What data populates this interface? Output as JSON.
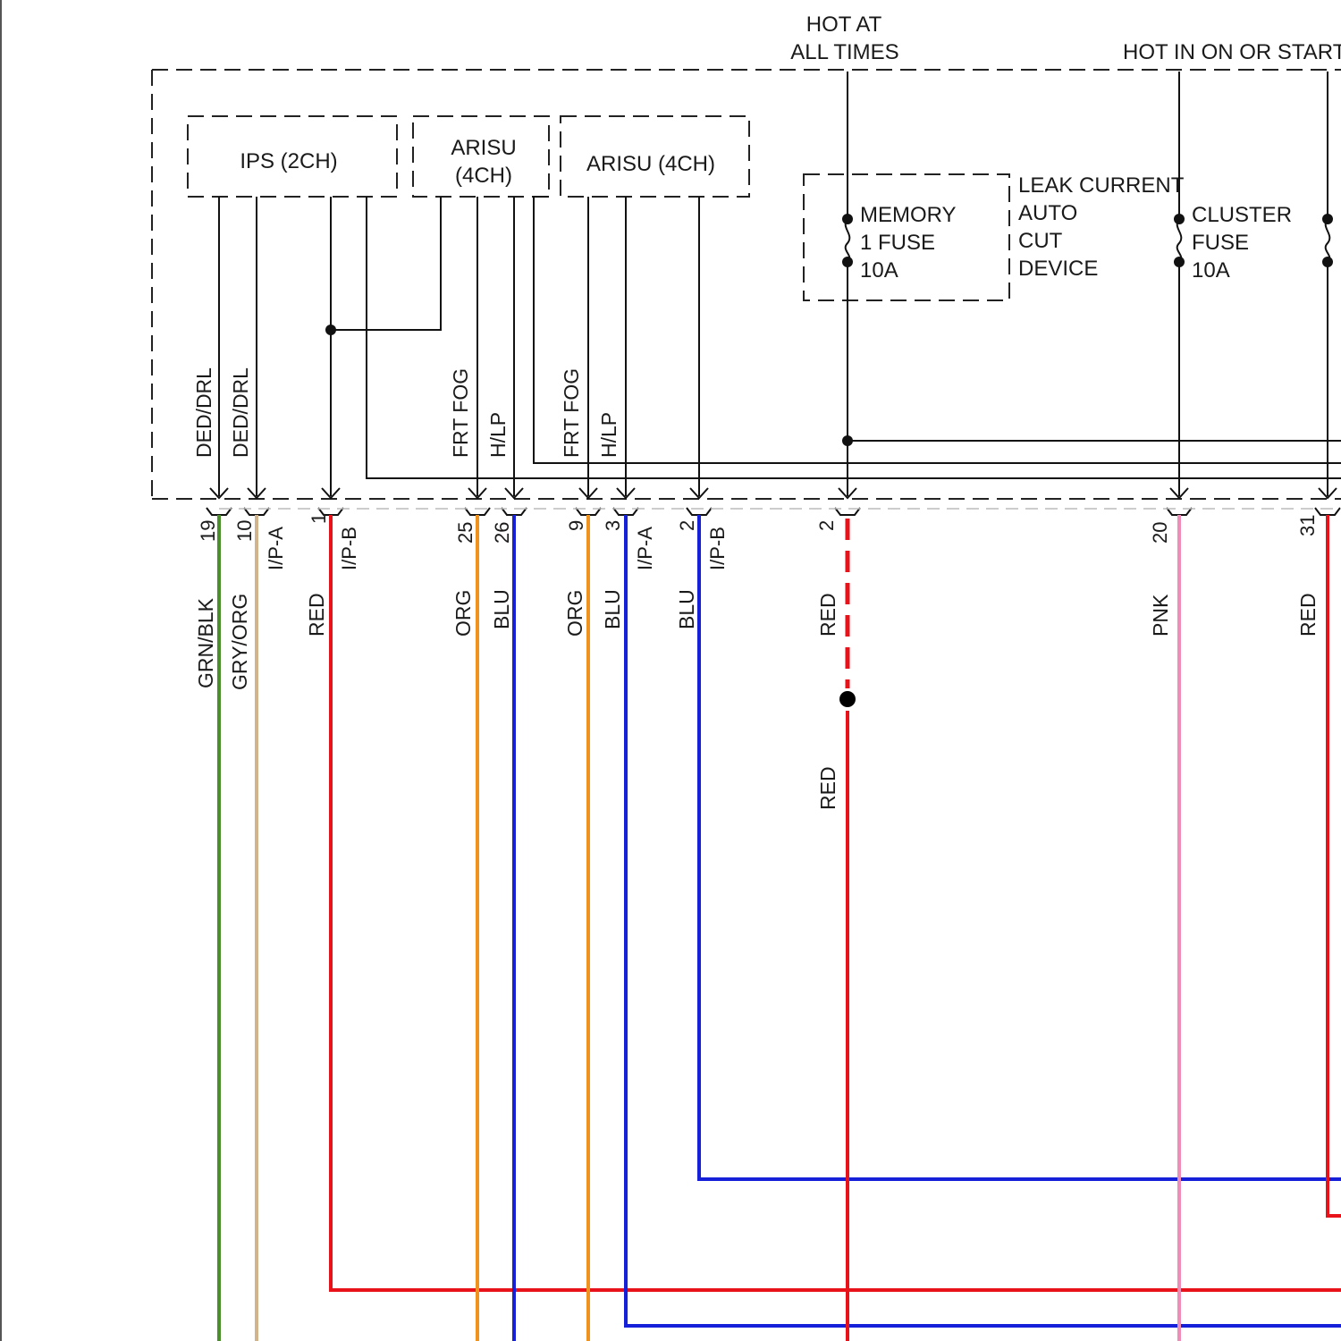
{
  "supply_labels": {
    "hot_at_all_times": [
      "HOT AT",
      "ALL TIMES"
    ],
    "hot_in_on_or_start": "HOT IN ON OR START"
  },
  "modules": {
    "ips_2ch": "IPS (2CH)",
    "arisu_4ch_a": [
      "ARISU",
      "(4CH)"
    ],
    "arisu_4ch_b": "ARISU (4CH)",
    "leak_current": [
      "LEAK CURRENT",
      "AUTO",
      "CUT",
      "DEVICE"
    ]
  },
  "fuses": {
    "memory_1": [
      "MEMORY",
      "1 FUSE",
      "10A"
    ],
    "cluster": [
      "CLUSTER",
      "FUSE",
      "10A"
    ]
  },
  "signal_labels": [
    "DED/DRL",
    "DED/DRL",
    "FRT FOG",
    "H/LP",
    "FRT FOG",
    "H/LP"
  ],
  "connectors": [
    "I/P-A",
    "I/P-B",
    "I/P-A",
    "I/P-B"
  ],
  "pins": [
    "19",
    "10",
    "1",
    "25",
    "26",
    "9",
    "3",
    "2",
    "2",
    "20",
    "31"
  ],
  "wires": [
    "GRN/BLK",
    "GRY/ORG",
    "RED",
    "ORG",
    "BLU",
    "ORG",
    "BLU",
    "BLU",
    "RED",
    "PNK",
    "RED"
  ],
  "splice_wire_label": "RED",
  "colors": {
    "GRN/BLK": "#4a8f2c",
    "GRY/ORG": "#d2b48c",
    "RED": "#e8121b",
    "ORG": "#f0921e",
    "BLU": "#1620d8",
    "PNK": "#f08cb8"
  }
}
